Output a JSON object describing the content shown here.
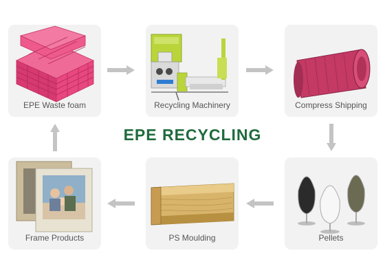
{
  "title": "EPE RECYCLING",
  "colors": {
    "title": "#1f6b3c",
    "card_bg": "#f2f2f2",
    "arrow": "#c4c4c4",
    "machine_green": "#b9d53a",
    "foam_pink": "#e8477f"
  },
  "steps": [
    {
      "label": "EPE Waste foam",
      "image": "pink-foam-stack"
    },
    {
      "label": "Recycling Machinery",
      "image": "recycling-machine"
    },
    {
      "label": "Compress Shipping",
      "image": "compressed-log"
    },
    {
      "label": "Frame Products",
      "image": "photo-frames"
    },
    {
      "label": "PS Moulding",
      "image": "moulding-strip"
    },
    {
      "label": "Pellets",
      "image": "pellet-flasks"
    }
  ],
  "flow": [
    "EPE Waste foam",
    "Recycling Machinery",
    "Compress Shipping",
    "Pellets",
    "PS Moulding",
    "Frame Products",
    "EPE Waste foam"
  ]
}
